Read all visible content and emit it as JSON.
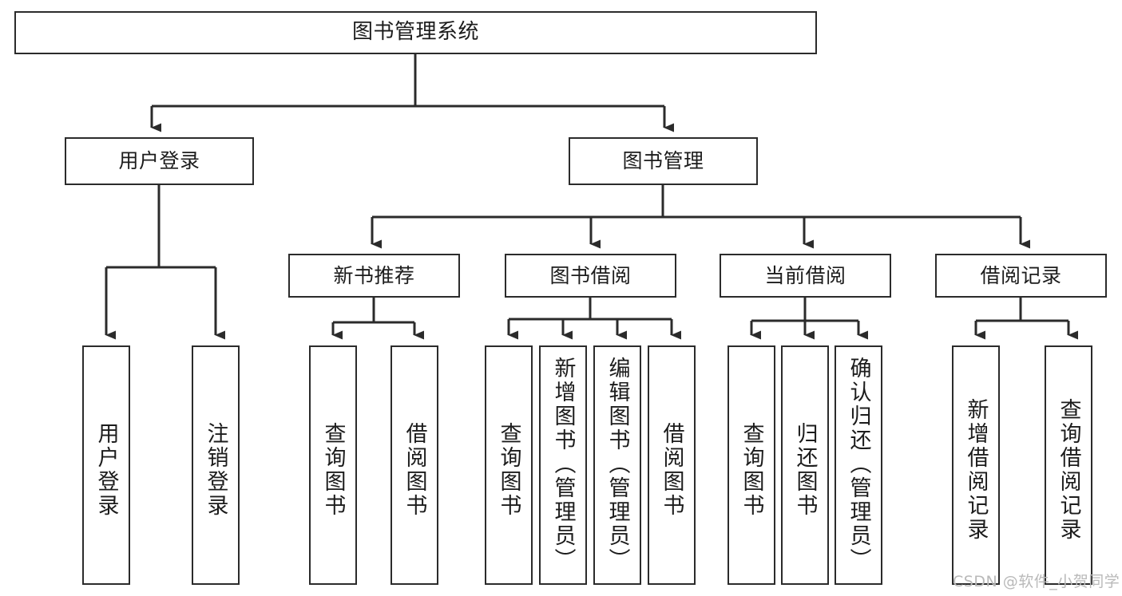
{
  "diagram": {
    "title": "图书管理系统",
    "type": "tree-hierarchy",
    "background_color": "#ffffff",
    "line_color": "#2b2b2b",
    "text_color": "#1c1c1c",
    "levels": {
      "root": [
        "图书管理系统"
      ],
      "level2": [
        "用户登录",
        "图书管理"
      ],
      "level3": [
        "新书推荐",
        "图书借阅",
        "当前借阅",
        "借阅记录"
      ],
      "leaves": [
        "用户登录",
        "注销登录",
        "查询图书",
        "借阅图书",
        "查询图书",
        "新增图书（管理员）",
        "编辑图书（管理员）",
        "借阅图书",
        "查询图书",
        "归还图书",
        "确认归还（管理员）",
        "新增借阅记录",
        "查询借阅记录"
      ]
    }
  },
  "nodes": {
    "root": {
      "label": "图书管理系统"
    },
    "user_login": {
      "label": "用户登录"
    },
    "book_manage": {
      "label": "图书管理"
    },
    "new_book_rec": {
      "label": "新书推荐"
    },
    "book_borrow": {
      "label": "图书借阅"
    },
    "current_borrow": {
      "label": "当前借阅"
    },
    "borrow_record": {
      "label": "借阅记录"
    },
    "leaf_user_login": {
      "label": "用户登录"
    },
    "leaf_logout": {
      "label": "注销登录"
    },
    "leaf_query_book_1": {
      "label": "查询图书"
    },
    "leaf_borrow_book_1": {
      "label": "借阅图书"
    },
    "leaf_query_book_2": {
      "label": "查询图书"
    },
    "leaf_add_book": {
      "label": "新增图书（管理员）"
    },
    "leaf_edit_book": {
      "label": "编辑图书（管理员）"
    },
    "leaf_borrow_book_2": {
      "label": "借阅图书"
    },
    "leaf_query_book_3": {
      "label": "查询图书"
    },
    "leaf_return_book": {
      "label": "归还图书"
    },
    "leaf_confirm_return": {
      "label": "确认归还（管理员）"
    },
    "leaf_add_record": {
      "label": "新增借阅记录"
    },
    "leaf_query_record": {
      "label": "查询借阅记录"
    }
  },
  "watermark": {
    "text": "CSDN @软件_小贺同学"
  }
}
